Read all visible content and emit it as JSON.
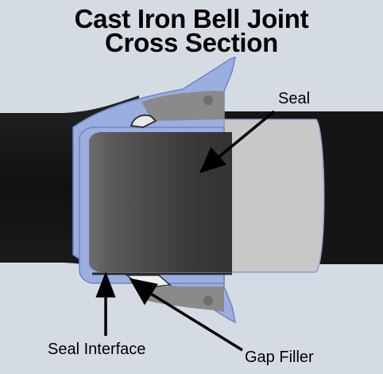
{
  "title": {
    "line1": "Cast Iron Bell Joint",
    "line2": "Cross Section"
  },
  "labels": {
    "seal": "Seal",
    "seal_interface": "Seal Interface",
    "gap_filler": "Gap Filler"
  },
  "colors": {
    "background": "#d5dbe3",
    "pipe_dark": "#1a1a1a",
    "bell_fill": "#9aaee0",
    "bell_outline": "#7080b8",
    "inner_pipe_dark": "#404040",
    "seal_light": "#c8c8c8",
    "gray_ring": "#888888"
  }
}
